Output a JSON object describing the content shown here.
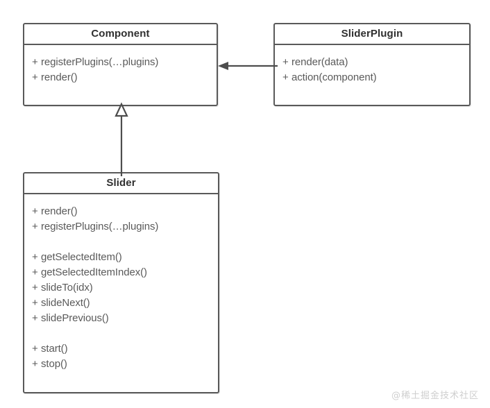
{
  "diagram": {
    "type": "uml-class-diagram",
    "background_color": "#ffffff",
    "border_color": "#595959",
    "text_color": "#5a5a5a",
    "title_color": "#2f2f2f",
    "classes": [
      {
        "id": "component",
        "name": "Component",
        "members": [
          {
            "visibility": "+",
            "signature": "registerPlugins(…plugins)"
          },
          {
            "visibility": "+",
            "signature": "render()"
          }
        ]
      },
      {
        "id": "sliderplugin",
        "name": "SliderPlugin",
        "members": [
          {
            "visibility": "+",
            "signature": "render(data)"
          },
          {
            "visibility": "+",
            "signature": "action(component)"
          }
        ]
      },
      {
        "id": "slider",
        "name": "Slider",
        "members": [
          {
            "visibility": "+",
            "signature": "render()"
          },
          {
            "visibility": "+",
            "signature": "registerPlugins(…plugins)"
          },
          {
            "visibility": "",
            "signature": ""
          },
          {
            "visibility": "+",
            "signature": "getSelectedItem()"
          },
          {
            "visibility": "+",
            "signature": "getSelectedItemIndex()"
          },
          {
            "visibility": "+",
            "signature": "slideTo(idx)"
          },
          {
            "visibility": "+",
            "signature": "slideNext()"
          },
          {
            "visibility": "+",
            "signature": "slidePrevious()"
          },
          {
            "visibility": "",
            "signature": ""
          },
          {
            "visibility": "+",
            "signature": "start()"
          },
          {
            "visibility": "+",
            "signature": "stop()"
          }
        ]
      }
    ],
    "relations": [
      {
        "id": "association",
        "kind": "association",
        "arrowhead": "solid-filled",
        "from": "SliderPlugin",
        "to": "Component",
        "label": ""
      },
      {
        "id": "generalization",
        "kind": "generalization",
        "arrowhead": "hollow-triangle",
        "from": "Slider",
        "to": "Component",
        "label": ""
      }
    ]
  },
  "watermark": {
    "text": "@稀土掘金技术社区"
  }
}
